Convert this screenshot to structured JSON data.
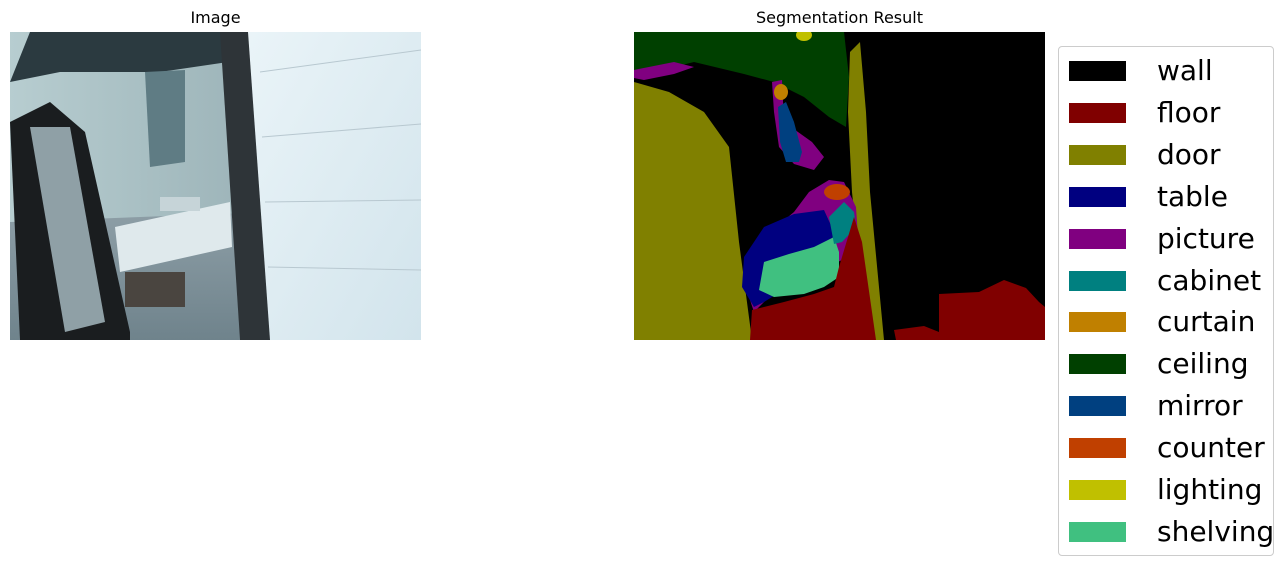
{
  "panels": {
    "left_title": "Image",
    "right_title": "Segmentation Result"
  },
  "legend": {
    "items": [
      {
        "label": "wall",
        "color": "#000000"
      },
      {
        "label": "floor",
        "color": "#800000"
      },
      {
        "label": "door",
        "color": "#808000"
      },
      {
        "label": "table",
        "color": "#000080"
      },
      {
        "label": "picture",
        "color": "#800080"
      },
      {
        "label": "cabinet",
        "color": "#008080"
      },
      {
        "label": "curtain",
        "color": "#c08000"
      },
      {
        "label": "ceiling",
        "color": "#004000"
      },
      {
        "label": "mirror",
        "color": "#004080"
      },
      {
        "label": "counter",
        "color": "#c04000"
      },
      {
        "label": "lighting",
        "color": "#c0c000"
      },
      {
        "label": "shelving",
        "color": "#40c080"
      }
    ]
  }
}
